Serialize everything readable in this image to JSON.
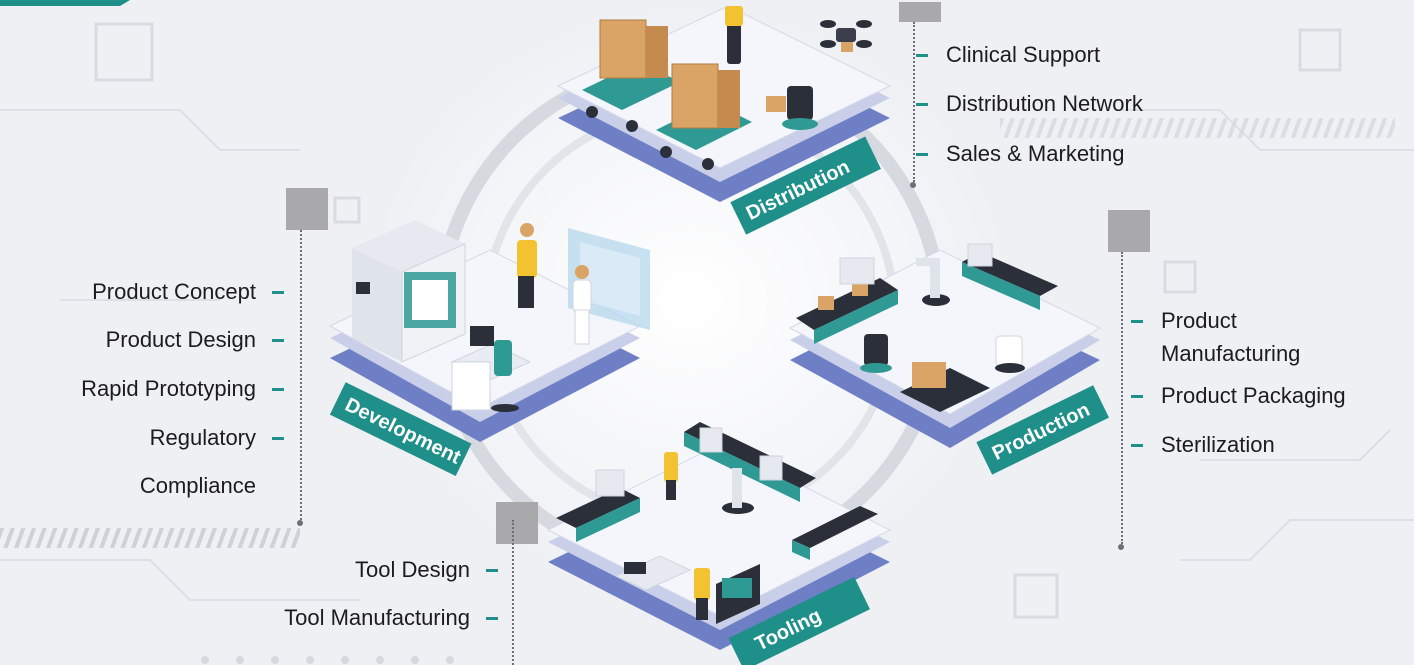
{
  "colors": {
    "background": "#eef0f4",
    "teal": "#1f8f8a",
    "teal_dark": "#16716d",
    "platform_top": "#f4f6fb",
    "platform_side": "#c9cfe8",
    "platform_base": "#6f7fc6",
    "marker_gray": "#a9a9ab",
    "line": "#6b6f78"
  },
  "stages": {
    "distribution": {
      "label": "Distribution",
      "items": [
        "Clinical Support",
        "Distribution Network",
        "Sales & Marketing"
      ]
    },
    "development": {
      "label": "Development",
      "items": [
        "Product Concept",
        "Product Design",
        "Rapid Prototyping",
        "Regulatory",
        "Compliance"
      ]
    },
    "production": {
      "label": "Production",
      "items": [
        "Product",
        "Manufacturing",
        "Product Packaging",
        "Sterilization"
      ]
    },
    "tooling": {
      "label": "Tooling",
      "items": [
        "Tool Design",
        "Tool Manufacturing"
      ]
    }
  },
  "icons": [
    "drone-icon",
    "cart-icon",
    "box-icon",
    "worker-icon",
    "robot-icon",
    "machine-icon",
    "conveyor-icon",
    "screen-icon"
  ]
}
